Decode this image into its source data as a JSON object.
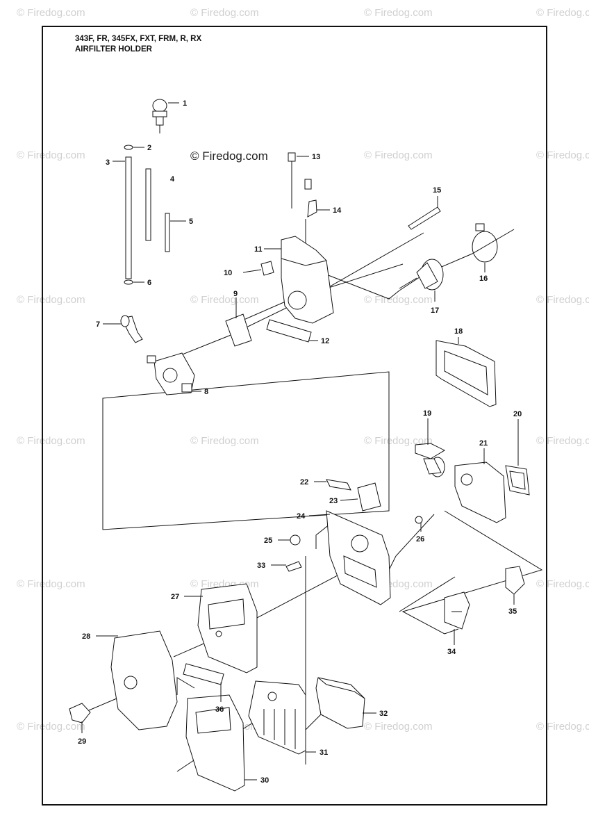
{
  "header": {
    "models": "343F, FR, 345FX, FXT, FRM, R, RX",
    "title": "AIRFILTER HOLDER"
  },
  "watermark": {
    "text": "© Firedog.com",
    "center_text": "© Firedog.com"
  },
  "part_labels": [
    "1",
    "2",
    "3",
    "4",
    "5",
    "6",
    "7",
    "8",
    "9",
    "10",
    "11",
    "12",
    "13",
    "14",
    "15",
    "16",
    "17",
    "18",
    "19",
    "20",
    "21",
    "22",
    "23",
    "24",
    "25",
    "26",
    "27",
    "28",
    "29",
    "30",
    "31",
    "32",
    "33",
    "34",
    "35",
    "36"
  ]
}
